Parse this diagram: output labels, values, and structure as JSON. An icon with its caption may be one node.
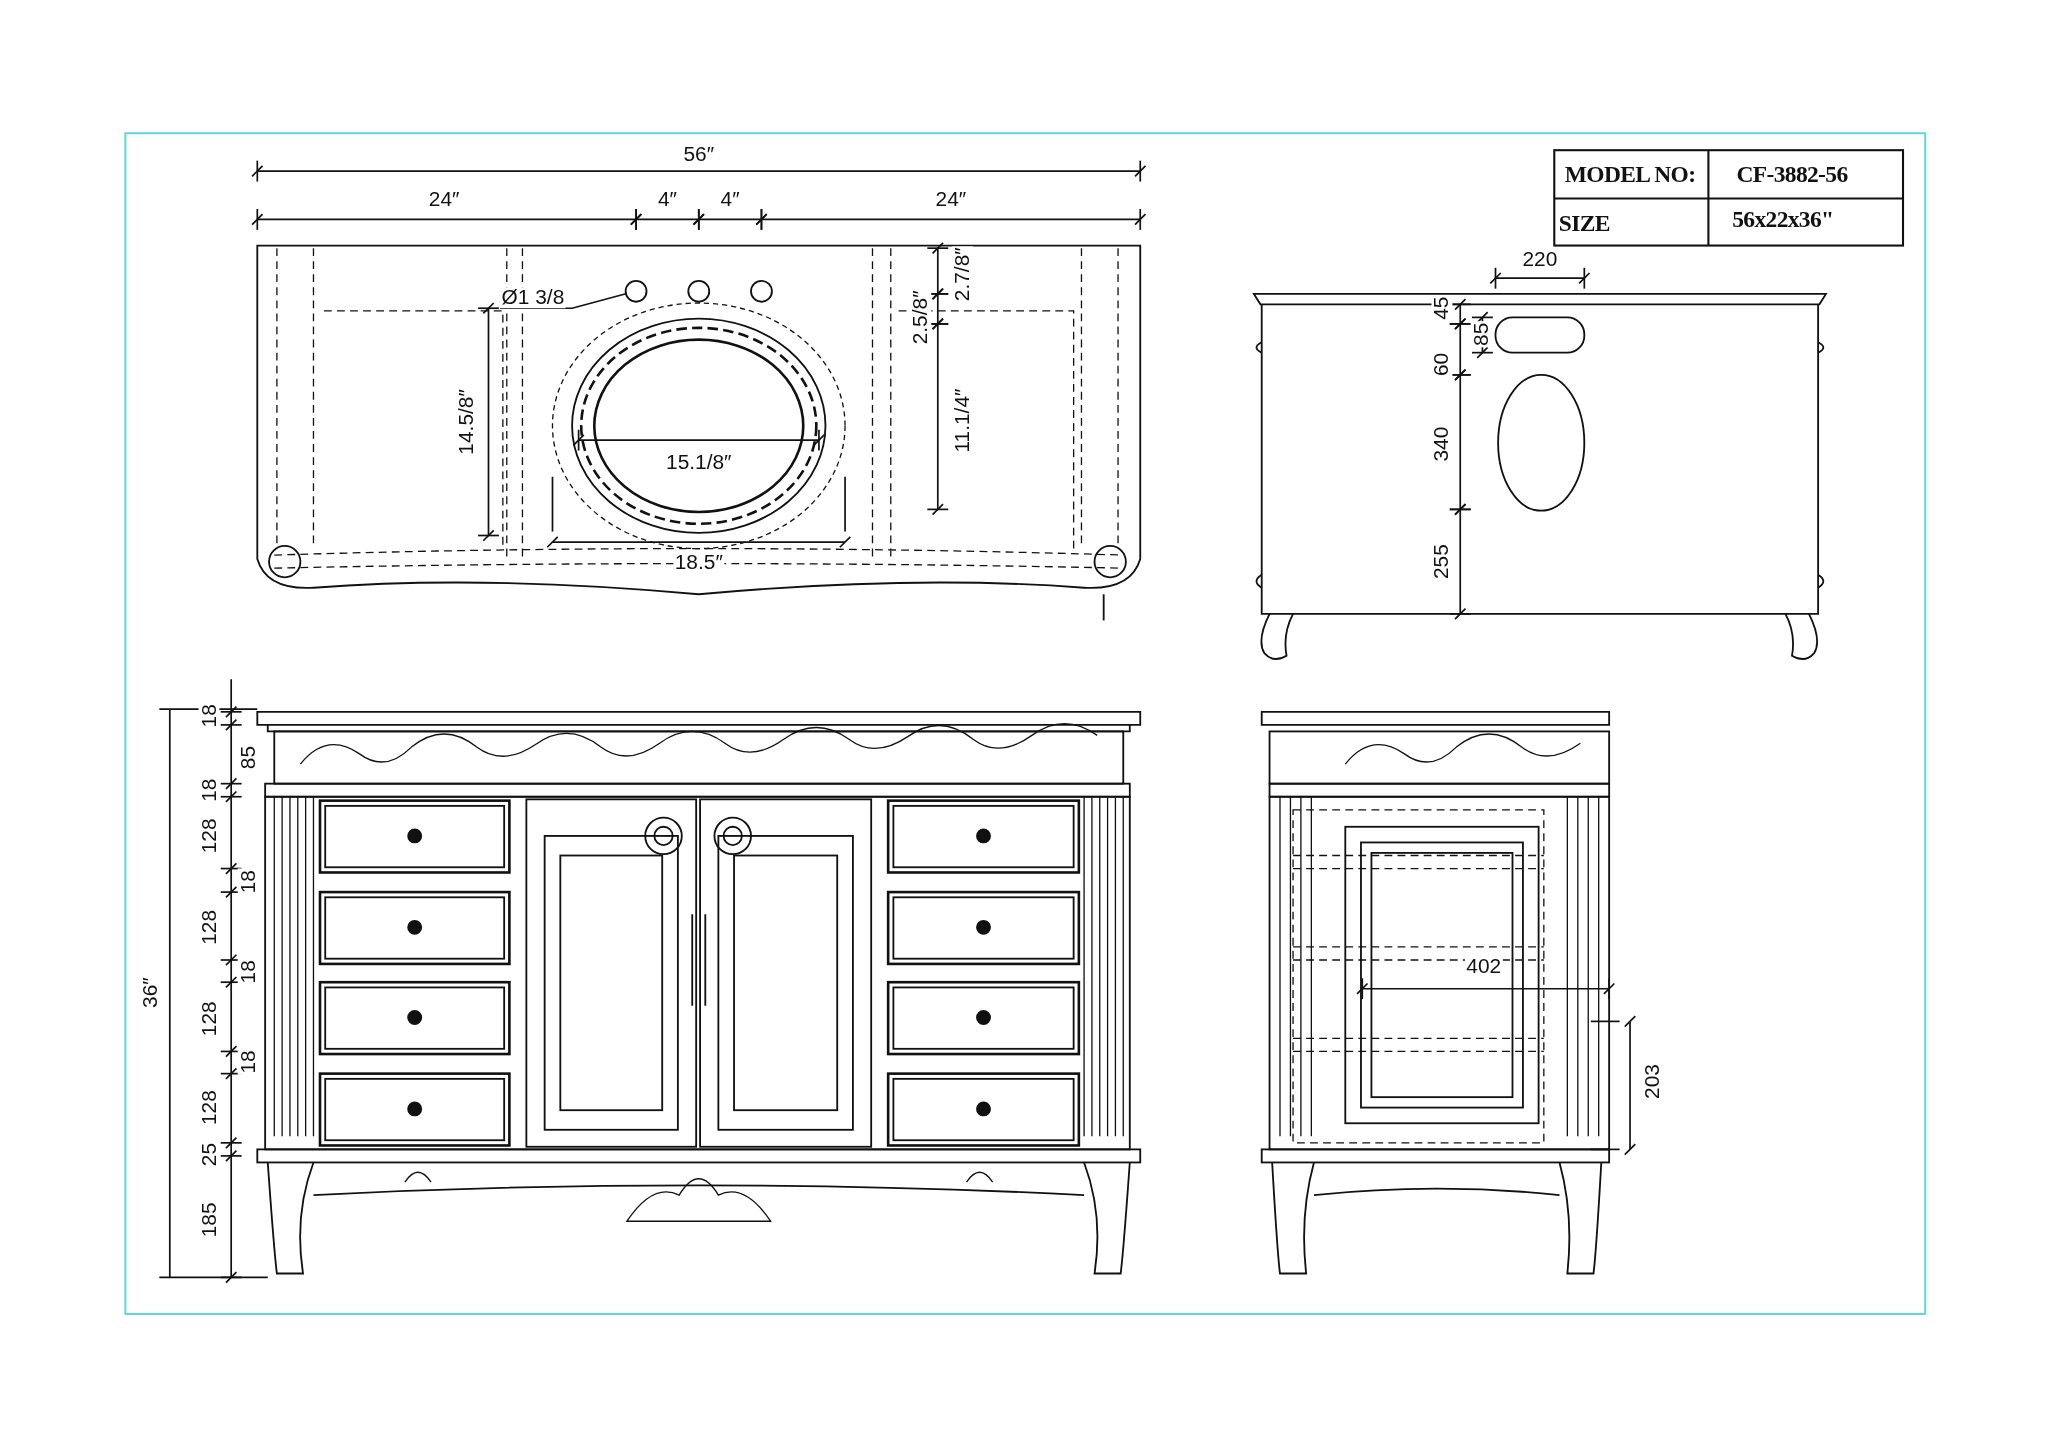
{
  "diagram": {
    "nodes": [
      {
        "text": [
          "Ø1 3/8"
        ]
      },
      {
        "text": [],
        "shape": "circle"
      }
    ],
    "edges": [
      {
        "from": 0,
        "to": 1,
        "arrow": "none"
      }
    ],
    "labels": [
      "56″",
      "24″",
      "4″",
      "4″",
      "24″",
      "14.5/8″",
      "15.1/8″",
      "18.5″",
      "2.5/8″",
      "2.7/8″",
      "11.1/4″",
      "MODEL NO:",
      "CF-3882-56",
      "SIZE",
      "56x22x36\"",
      "220",
      "45",
      "85",
      "60",
      "340",
      "255",
      "18",
      "85",
      "18",
      "128",
      "18",
      "128",
      "18",
      "128",
      "18",
      "128",
      "25",
      "185",
      "36″",
      "402",
      "203"
    ]
  }
}
